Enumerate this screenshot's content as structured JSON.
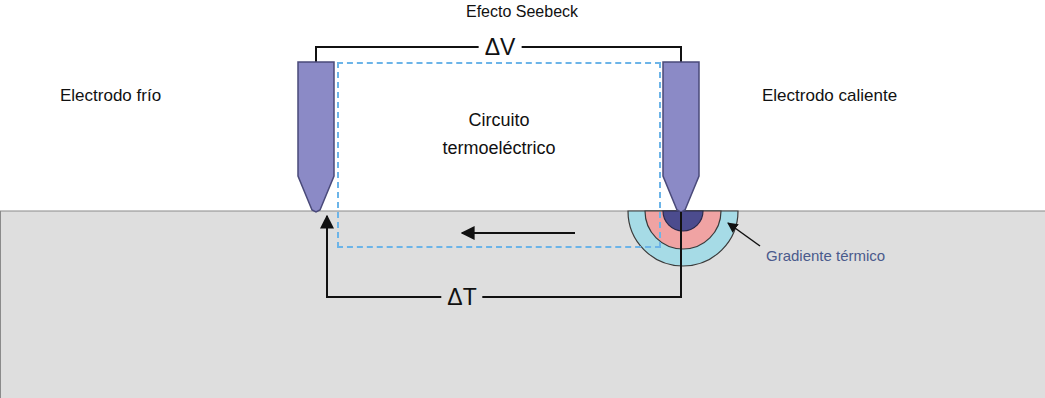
{
  "diagram": {
    "title": "Efecto Seebeck",
    "nodes": [
      {
        "text": [
          "Circuito termoeléctrico"
        ]
      }
    ],
    "labels": [
      "Electrodo frío",
      "ΔV",
      "Electrodo caliente",
      "ΔT",
      "Gradiente térmico"
    ]
  }
}
